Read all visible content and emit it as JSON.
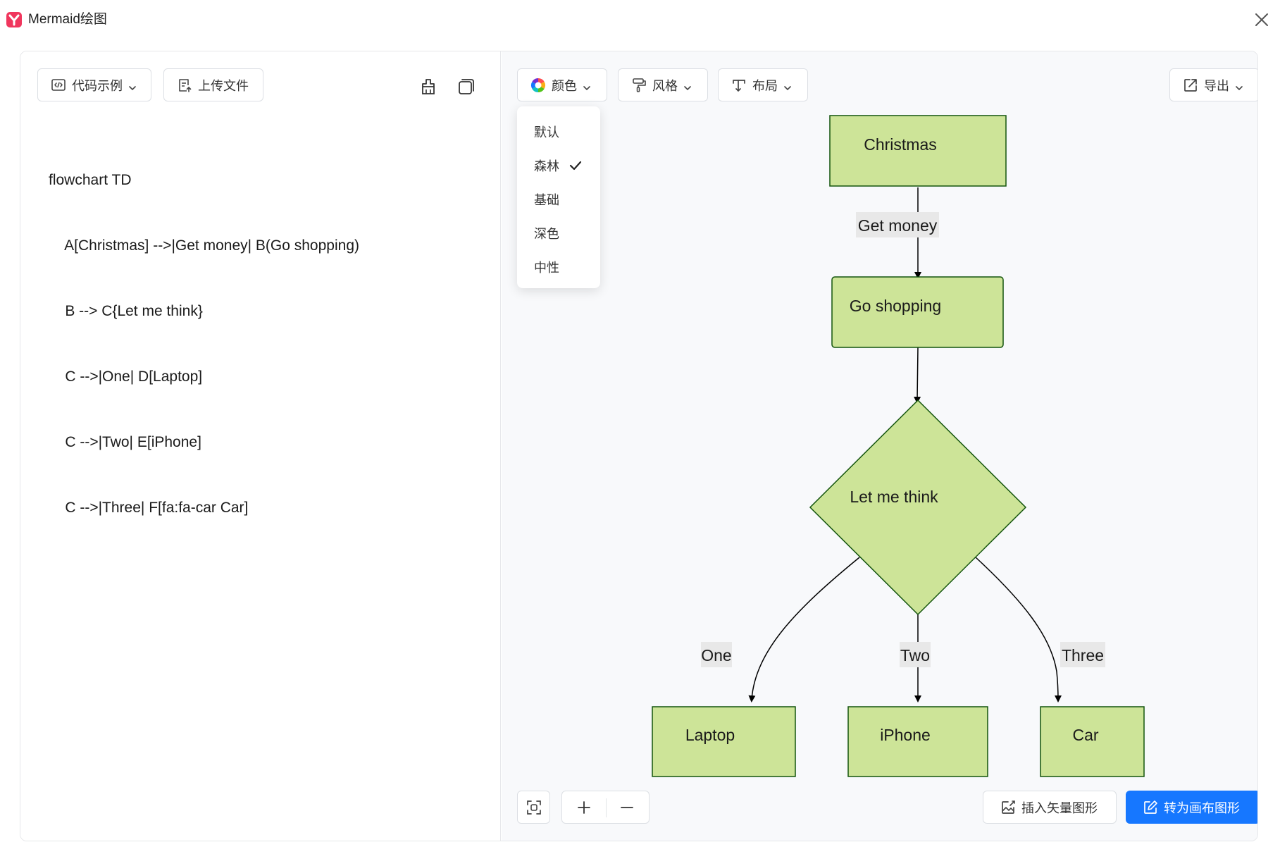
{
  "window": {
    "title": "Mermaid绘图"
  },
  "editor": {
    "code_example_label": "代码示例",
    "upload_label": "上传文件",
    "code_lines": [
      "flowchart TD",
      "    A[Christmas] -->|Get money| B(Go shopping)",
      "    B --> C{Let me think}",
      "    C -->|One| D[Laptop]",
      "    C -->|Two| E[iPhone]",
      "    C -->|Three| F[fa:fa-car Car]"
    ]
  },
  "toolbar": {
    "color_label": "颜色",
    "style_label": "风格",
    "layout_label": "布局",
    "export_label": "导出"
  },
  "color_menu": {
    "items": [
      "默认",
      "森林",
      "基础",
      "深色",
      "中性"
    ],
    "selected": "森林"
  },
  "diagram": {
    "fill_color": "#cde498",
    "stroke_color": "#13540c",
    "nodes": {
      "a": "Christmas",
      "b": "Go shopping",
      "c": "Let me think",
      "d": "Laptop",
      "e": "iPhone",
      "f": "Car"
    },
    "edge_labels": {
      "ab": "Get money",
      "cd": "One",
      "ce": "Two",
      "cf": "Three"
    }
  },
  "footer": {
    "insert_vector_label": "插入矢量图形",
    "convert_label": "转为画布图形"
  },
  "colors": {
    "accent": "#1677ff",
    "logo": "#f0365d"
  }
}
